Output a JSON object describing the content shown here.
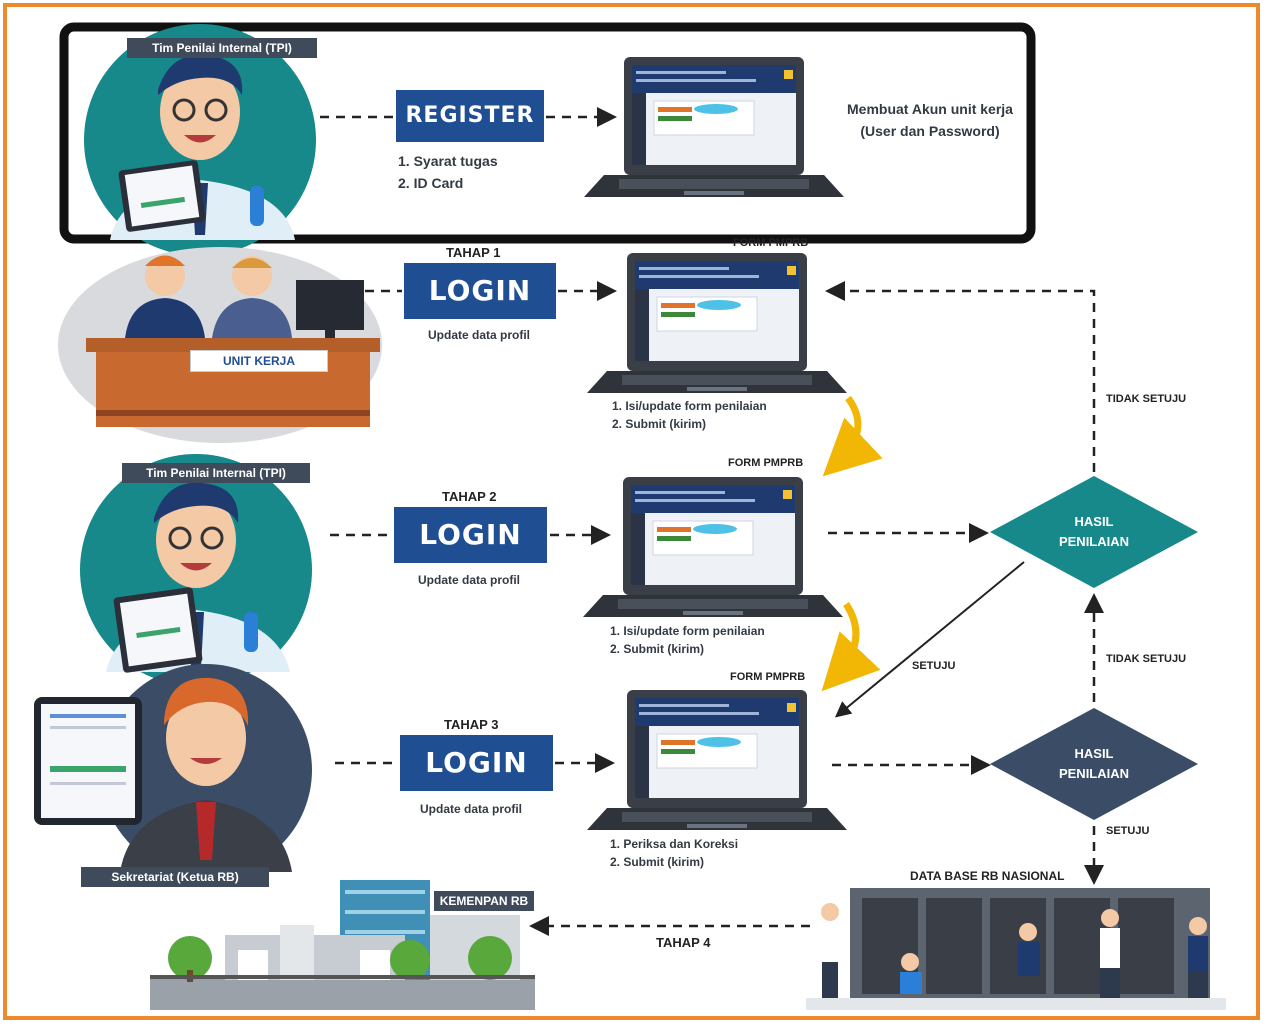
{
  "top": {
    "tpi_tag": "Tim Penilai Internal (TPI)",
    "register_label": "REGISTER",
    "requirements": [
      "1. Syarat tugas",
      "2. ID Card"
    ],
    "account_note_line1": "Membuat Akun unit kerja",
    "account_note_line2": "(User dan Password)"
  },
  "stage1": {
    "title": "TAHAP 1",
    "login_label": "LOGIN",
    "caption": "Update data profil",
    "form_label": "FORM PMPRB",
    "unit_label": "UNIT KERJA",
    "steps": [
      "1.   Isi/update form penilaian",
      "2.   Submit (kirim)"
    ]
  },
  "stage2": {
    "tpi_tag": "Tim Penilai Internal (TPI)",
    "title": "TAHAP 2",
    "login_label": "LOGIN",
    "caption": "Update data profil",
    "form_label": "FORM PMPRB",
    "steps": [
      "1.   Isi/update form penilaian",
      "2.   Submit (kirim)"
    ]
  },
  "stage3": {
    "title": "TAHAP 3",
    "login_label": "LOGIN",
    "caption": "Update data profil",
    "form_label": "FORM PMPRB",
    "secretariat_tag": "Sekretariat (Ketua RB)",
    "steps": [
      "1.   Periksa dan Koreksi",
      "2.   Submit (kirim)"
    ]
  },
  "decision1": {
    "line1": "HASIL",
    "line2": "PENILAIAN"
  },
  "decision2": {
    "line1": "HASIL",
    "line2": "PENILAIAN"
  },
  "labels": {
    "tidak_setuju_1": "TIDAK SETUJU",
    "tidak_setuju_2": "TIDAK SETUJU",
    "setuju_1": "SETUJU",
    "setuju_2": "SETUJU",
    "database": "DATA BASE RB NASIONAL",
    "kemenpan": "KEMENPAN RB",
    "tahap4": "TAHAP 4"
  },
  "colors": {
    "frame": "#ec8a2d",
    "button": "#1f4f92",
    "teal": "#17898a",
    "navy": "#3a4c66",
    "tag": "#3f4b5a",
    "arrow_yellow": "#f2b705"
  }
}
